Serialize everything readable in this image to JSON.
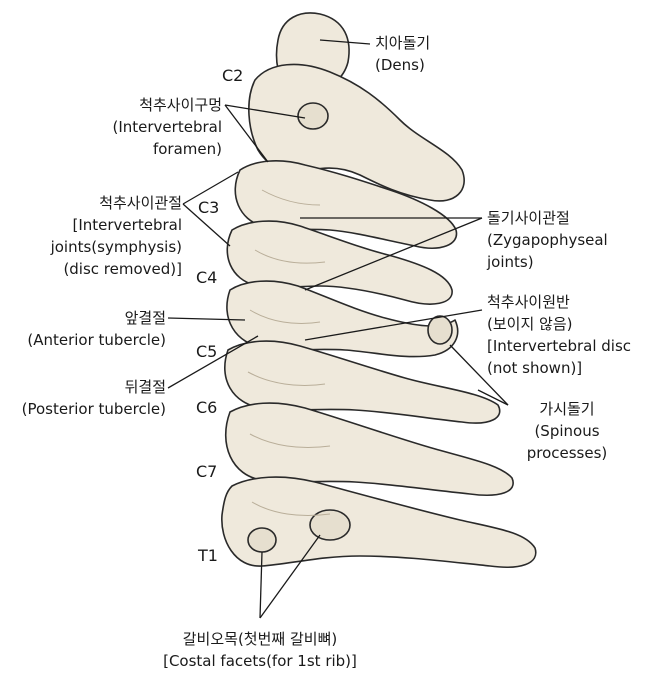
{
  "vertebrae": [
    "C2",
    "C3",
    "C4",
    "C5",
    "C6",
    "C7",
    "T1"
  ],
  "labels": {
    "dens": {
      "ko": "치아돌기",
      "en": "(Dens)"
    },
    "foramen": {
      "ko": "척추사이구멍",
      "en1": "(Intervertebral",
      "en2": "foramen)"
    },
    "joints": {
      "ko": "척추사이관절",
      "en1": "[Intervertebral",
      "en2": "joints(symphysis)",
      "en3": "(disc removed)]"
    },
    "anterior": {
      "ko": "앞결절",
      "en": "(Anterior tubercle)"
    },
    "posterior": {
      "ko": "뒤결절",
      "en": "(Posterior tubercle)"
    },
    "zyga": {
      "ko": "돌기사이관절",
      "en1": "(Zygapophyseal",
      "en2": "joints)"
    },
    "disc": {
      "ko": "척추사이원반",
      "ko2": "(보이지 않음)",
      "en1": "[Intervertebral disc",
      "en2": "(not shown)]"
    },
    "spinous": {
      "ko": "가시돌기",
      "en1": "(Spinous",
      "en2": "processes)"
    },
    "costal": {
      "ko": "갈비오목(첫번째 갈비뼈)",
      "en": "[Costal facets(for 1st rib)]"
    }
  },
  "colors": {
    "bone": "#efe9dc",
    "bone_shade": "#d8cfbe",
    "outline": "#2a2a2a"
  }
}
